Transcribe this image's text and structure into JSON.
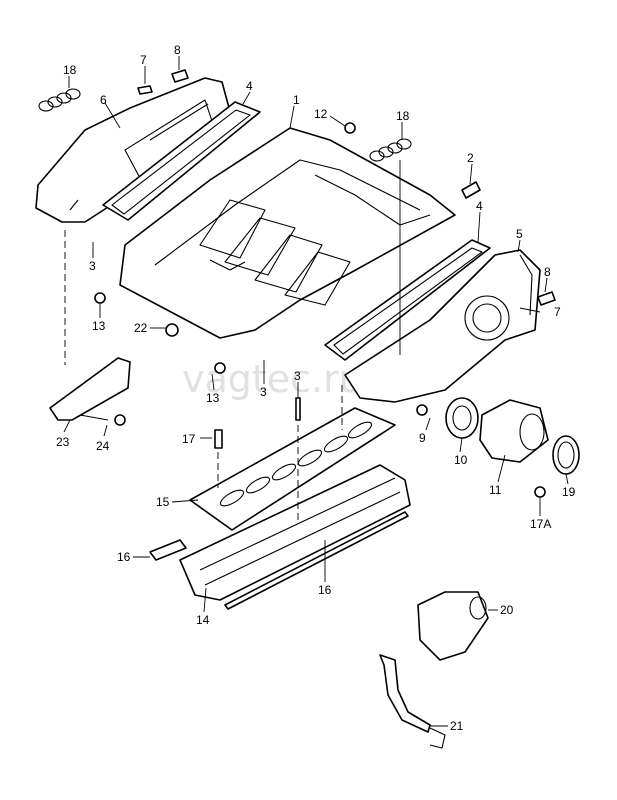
{
  "watermark": "vagtec.ru",
  "callouts": {
    "c1": "1",
    "c2": "2",
    "c3a": "3",
    "c3b": "3",
    "c3c": "3",
    "c4a": "4",
    "c4b": "4",
    "c5": "5",
    "c6": "6",
    "c7a": "7",
    "c7b": "7",
    "c8a": "8",
    "c8b": "8",
    "c9": "9",
    "c10": "10",
    "c11": "11",
    "c12": "12",
    "c13a": "13",
    "c13b": "13",
    "c14": "14",
    "c15": "15",
    "c16a": "16",
    "c16b": "16",
    "c17": "17",
    "c17a": "17A",
    "c18a": "18",
    "c18b": "18",
    "c19": "19",
    "c20": "20",
    "c21": "21",
    "c22": "22",
    "c23": "23",
    "c24": "24"
  }
}
